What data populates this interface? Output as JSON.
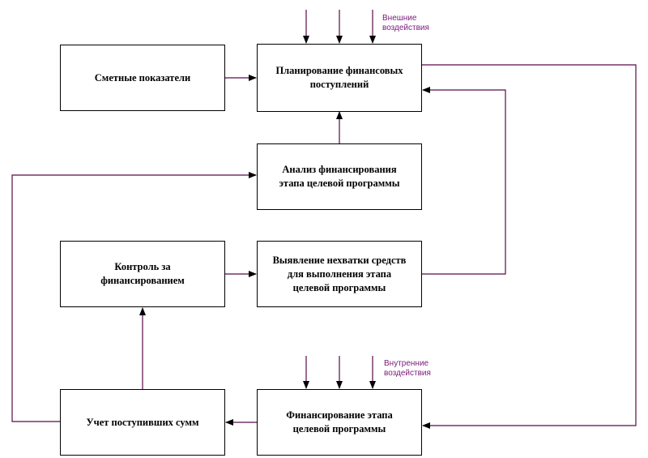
{
  "blocks": {
    "smetnye": "Сметные показатели",
    "planirovanie": "Планирование финансовых\nпоступлений",
    "analiz": "Анализ финансирования\nэтапа целевой программы",
    "kontrol": "Контроль за\nфинансированием",
    "vyyavlenie": "Выявление нехватки средств\nдля выполнения этапа\nцелевой программы",
    "uchet": "Учет поступивших сумм",
    "finansirovanie": "Финансирование этапа\nцелевой программы"
  },
  "notes": {
    "external": "Внешние\nвоздействия",
    "internal": "Внутренние\nвоздействия"
  },
  "colors": {
    "line": "#5a0a4a",
    "note": "#7a1a7a"
  }
}
